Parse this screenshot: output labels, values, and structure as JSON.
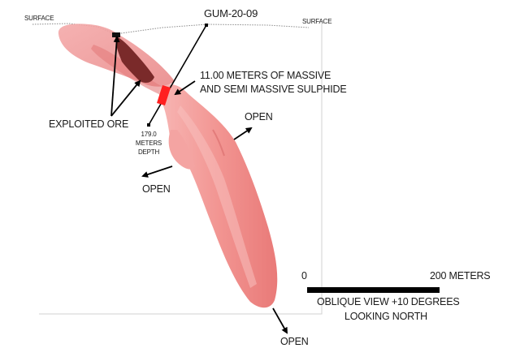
{
  "figure": {
    "title": "GUM-20-09",
    "view_caption_line1": "OBLIQUE VIEW +10 DEGREES",
    "view_caption_line2": "LOOKING NORTH"
  },
  "labels": {
    "surface_left": "SURFACE",
    "surface_right": "SURFACE",
    "drill_hole": "GUM-20-09",
    "intercept_line1": "11.00 METERS OF MASSIVE",
    "intercept_line2": "AND SEMI MASSIVE SULPHIDE",
    "exploited_ore": "EXPLOITED ORE",
    "depth_value": "179.0",
    "depth_unit": "METERS",
    "depth_word": "DEPTH",
    "open_upper_right": "OPEN",
    "open_left": "OPEN",
    "open_bottom": "OPEN"
  },
  "scale_bar": {
    "start_label": "0",
    "end_label": "200 METERS",
    "length_m": 200
  },
  "intercept": {
    "thickness_m": 11.0,
    "depth_m": 179.0,
    "color": "#ff2020"
  },
  "colors": {
    "ore_body": "#f08a8a",
    "ore_body_light": "#f7b2b2",
    "exploited_ore": "#7a2a2a",
    "intercept": "#ff2020",
    "frame": "#cfcfcf",
    "text": "#1a1a1a"
  }
}
